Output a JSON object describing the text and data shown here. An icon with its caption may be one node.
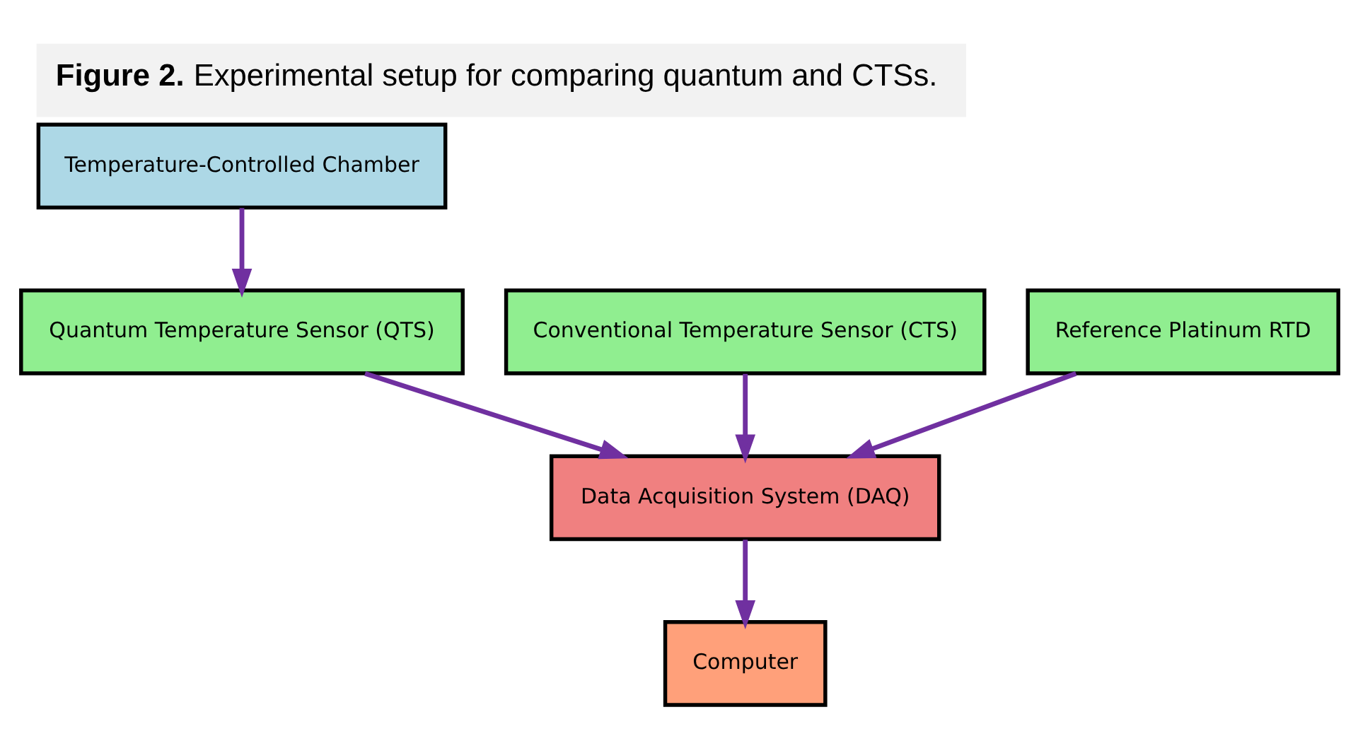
{
  "diagram": {
    "title": "**Figure 2.** Experimental setup for comparing quantum and CTSs.",
    "nodes": [
      {
        "text": [
          "Temperature-Controlled Chamber"
        ]
      },
      {
        "text": [
          "Quantum Temperature Sensor (QTS)"
        ]
      },
      {
        "text": [
          "Conventional Temperature Sensor (CTS)"
        ]
      },
      {
        "text": [
          "Reference Platinum RTD"
        ]
      },
      {
        "text": [
          "Data Acquisition System (DAQ)"
        ]
      },
      {
        "text": [
          "Computer"
        ]
      }
    ],
    "edges": [
      {
        "from": 0,
        "to": 1,
        "arrow": "to"
      },
      {
        "from": 1,
        "to": 4,
        "arrow": "to"
      },
      {
        "from": 2,
        "to": 4,
        "arrow": "to"
      },
      {
        "from": 3,
        "to": 4,
        "arrow": "to"
      },
      {
        "from": 4,
        "to": 5,
        "arrow": "to"
      }
    ]
  }
}
